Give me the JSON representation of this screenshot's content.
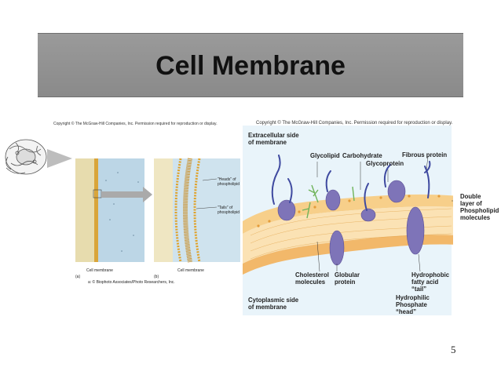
{
  "title": "Cell Membrane",
  "page_number": "5",
  "left_figure": {
    "copyright": "Copyright © The McGraw-Hill Companies, Inc. Permission required for reproduction or display.",
    "panel_a_label": "(a)",
    "panel_b_label": "(b)",
    "cell_membrane_a": "Cell membrane",
    "cell_membrane_b": "Cell membrane",
    "heads_label_1": "\"Heads\" of",
    "heads_label_2": "phospholipid",
    "tails_label_1": "\"Tails\" of",
    "tails_label_2": "phospholipid",
    "photo_credit": "a: © Biophoto Associates/Photo Researchers, Inc."
  },
  "right_figure": {
    "copyright": "Copyright © The McGraw-Hill Companies, Inc. Permission required for reproduction or display.",
    "extracellular_1": "Extracellular side",
    "extracellular_2": "of membrane",
    "glycolipid": "Glycolipid",
    "carbohydrate": "Carbohydrate",
    "glycoprotein": "Glycoprotein",
    "fibrous_protein": "Fibrous protein",
    "double_layer_1": "Double",
    "double_layer_2": "layer of",
    "double_layer_3": "Phospholipid",
    "double_layer_4": "molecules",
    "cholesterol_1": "Cholesterol",
    "cholesterol_2": "molecules",
    "globular_1": "Globular",
    "globular_2": "protein",
    "hydrophobic_1": "Hydrophobic",
    "hydrophobic_2": "fatty acid",
    "hydrophobic_3": "“tail”",
    "hydrophilic_1": "Hydrophilic",
    "hydrophilic_2": "Phosphate",
    "hydrophilic_3": "“head”",
    "cytoplasmic_1": "Cytoplasmic side",
    "cytoplasmic_2": "of membrane"
  }
}
